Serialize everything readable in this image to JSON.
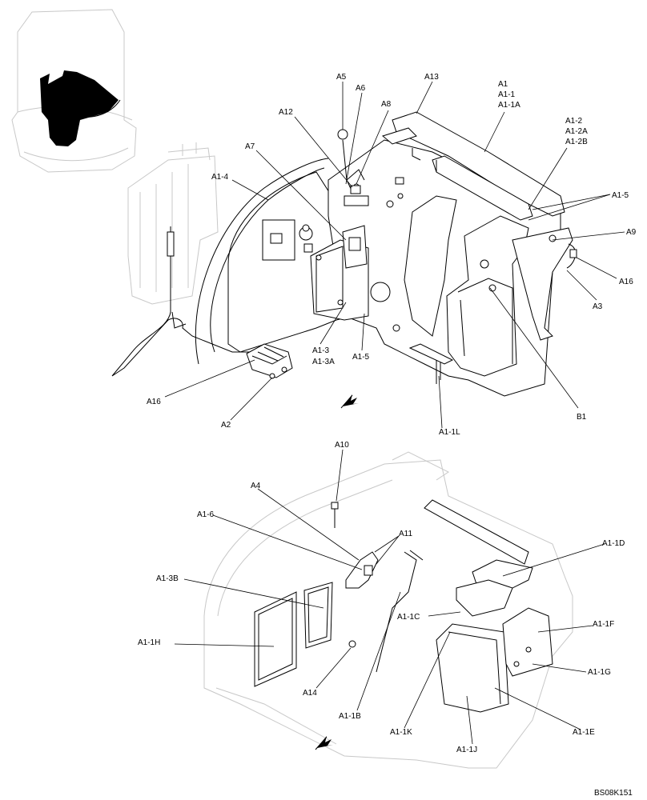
{
  "top_labels": {
    "A5": "A5",
    "A6": "A6",
    "A13": "A13",
    "A1": "A1",
    "A1_1": "A1-1",
    "A1_1A": "A1-1A",
    "A12": "A12",
    "A8": "A8",
    "A1_2": "A1-2",
    "A1_2A": "A1-2A",
    "A1_2B": "A1-2B",
    "A7": "A7",
    "A1_4": "A1-4",
    "A1_5_top": "A1-5",
    "A9": "A9",
    "A16_right": "A16",
    "A3": "A3",
    "A1_3": "A1-3",
    "A1_3A": "A1-3A",
    "A1_5_mid": "A1-5",
    "A16_left": "A16",
    "A2": "A2",
    "B1": "B1",
    "A1_1L": "A1-1L"
  },
  "bottom_labels": {
    "A10": "A10",
    "A4": "A4",
    "A1_6": "A1-6",
    "A11": "A11",
    "A1_1D": "A1-1D",
    "A1_3B": "A1-3B",
    "A1_1C": "A1-1C",
    "A1_1F": "A1-1F",
    "A1_1H": "A1-1H",
    "A1_1G": "A1-1G",
    "A14": "A14",
    "A1_1B": "A1-1B",
    "A1_1K": "A1-1K",
    "A1_1E": "A1-1E",
    "A1_1J": "A1-1J"
  },
  "footer": {
    "code": "BS08K151"
  },
  "icons": {
    "locator": "machine-locator-icon",
    "front_arrow": "arrow-icon"
  }
}
